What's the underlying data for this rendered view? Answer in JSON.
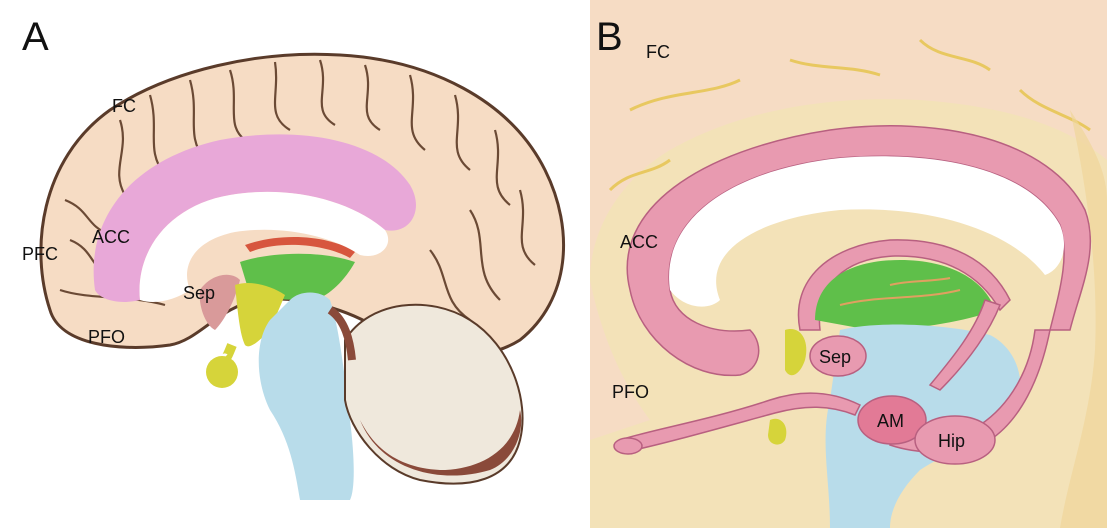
{
  "panel_a": {
    "letter": "A",
    "labels": {
      "fc": "FC",
      "acc": "ACC",
      "pfc": "PFC",
      "sep": "Sep",
      "pfo": "PFO"
    }
  },
  "panel_b": {
    "letter": "B",
    "labels": {
      "fc": "FC",
      "acc": "ACC",
      "sep": "Sep",
      "pfo": "PFO",
      "am": "AM",
      "hip": "Hip"
    }
  },
  "colors": {
    "cortex": "#f6dcc4",
    "cortex_outline": "#5a3b2a",
    "cingulate": "#e8a8d8",
    "limbic_pink": "#e89ab0",
    "white_matter": "#ffffff",
    "septal_green": "#5fbf4a",
    "yellow_green": "#d6d43a",
    "brainstem_blue": "#b8dcea",
    "cerebellum": "#efe8dc",
    "cerebellum_brown": "#8a4a3a",
    "background_yellow": "#f3e2b8"
  }
}
